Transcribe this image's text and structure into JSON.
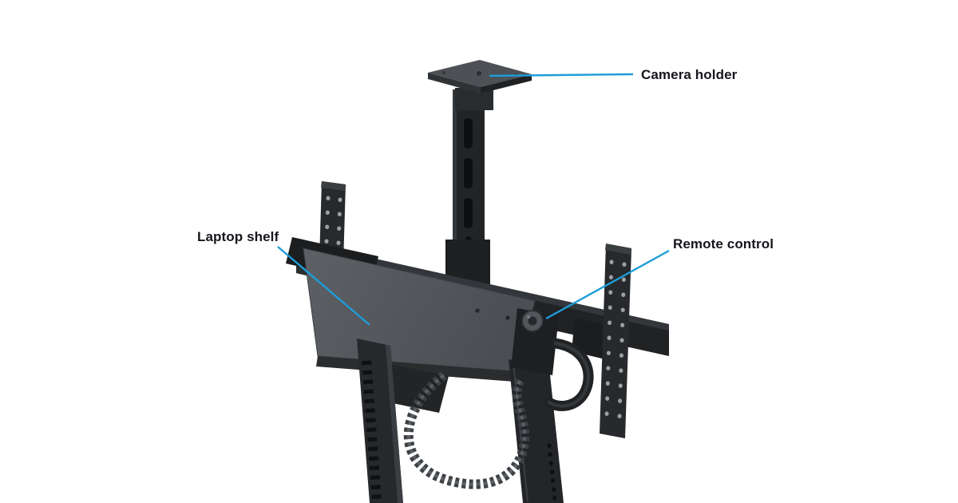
{
  "colors": {
    "accent": "#1e9cd8",
    "label_text": "#15161b",
    "product_dark": "#232527",
    "product_mid": "#56595e"
  },
  "annotations": [
    {
      "id": "camera-holder",
      "label": "Camera holder"
    },
    {
      "id": "laptop-shelf",
      "label": "Laptop shelf"
    },
    {
      "id": "remote-control",
      "label": "Remote control"
    }
  ]
}
